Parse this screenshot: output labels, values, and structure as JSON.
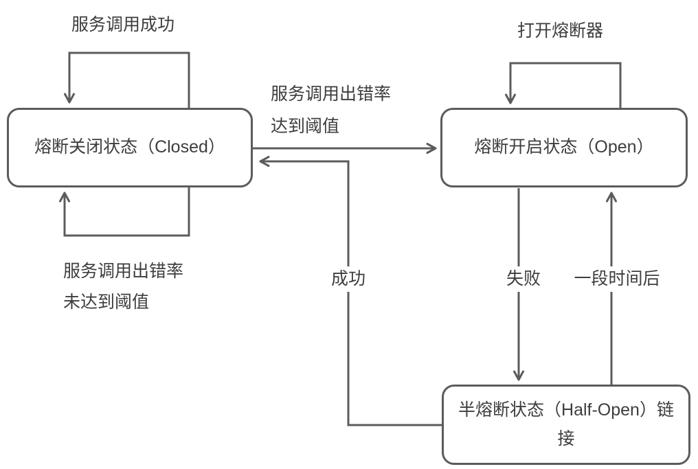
{
  "colors": {
    "line": "#5b5b5b",
    "text": "#3d3d3d",
    "background": "#ffffff",
    "node_fill": "#ffffff"
  },
  "nodes": {
    "closed": {
      "label": "熔断关闭状态（Closed）"
    },
    "open": {
      "label": "熔断开启状态（Open）"
    },
    "half_open": {
      "label": "半熔断状态（Half-Open）链接"
    }
  },
  "edges": {
    "closed_self_top": {
      "label": "服务调用成功"
    },
    "closed_self_bottom": {
      "label_line1": "服务调用出错率",
      "label_line2": "未达到阈值"
    },
    "closed_to_open": {
      "label_line1": "服务调用出错率",
      "label_line2": "达到阈值"
    },
    "open_self_top": {
      "label": "打开熔断器"
    },
    "open_to_half_open": {
      "label": "失败"
    },
    "half_open_to_open": {
      "label": "一段时间后"
    },
    "half_open_to_closed": {
      "label": "成功"
    }
  }
}
